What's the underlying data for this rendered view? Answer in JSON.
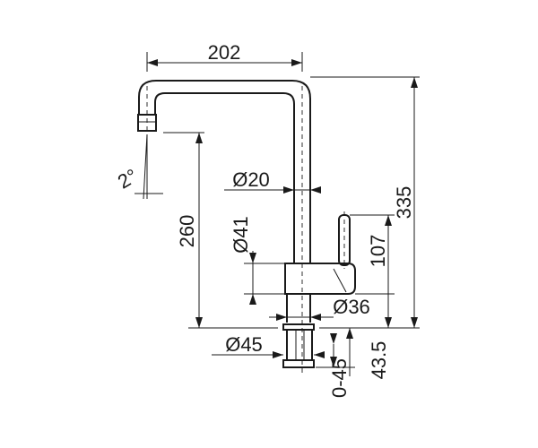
{
  "drawing": {
    "dimensions": {
      "spout_reach": "202",
      "total_height": "335",
      "spout_height": "260",
      "lever_height": "107",
      "mount_height": "43.5",
      "deck_thickness": "0-45",
      "spout_diameter": "Ø20",
      "body_diameter": "Ø41",
      "lever_diameter": "Ø36",
      "base_diameter": "Ø45",
      "spout_angle": "2°"
    }
  }
}
